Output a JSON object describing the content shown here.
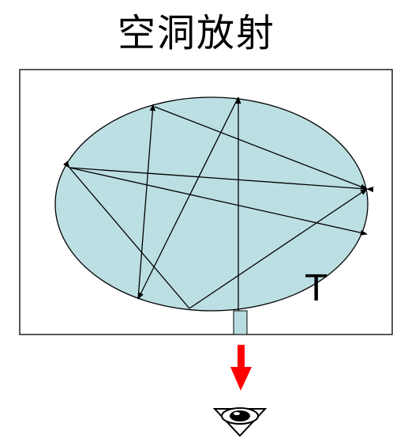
{
  "title": "空洞放射",
  "temperature_label": "T",
  "colors": {
    "cavity_fill": "#bcdfe3",
    "outline": "#000000",
    "hole_fill": "#b8dbe0",
    "emission_arrow": "#ff0000",
    "background": "#ffffff"
  },
  "icons": [
    "arrowhead",
    "eye-icon"
  ]
}
